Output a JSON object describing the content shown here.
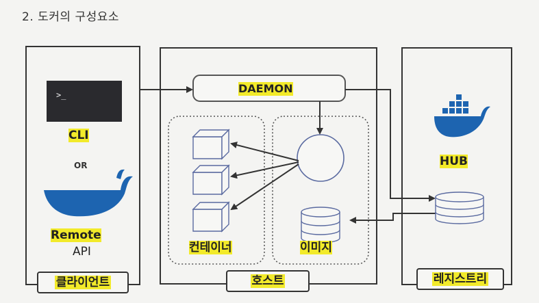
{
  "heading": "2. 도커의 구성요소",
  "client": {
    "terminal_prompt": ">_",
    "cli_label": "CLI",
    "or_label": "OR",
    "remote_label": "Remote",
    "api_label": "API",
    "section_label": "클라이언트"
  },
  "host": {
    "daemon_label": "DAEMON",
    "containers_label": "컨테이너",
    "images_label": "이미지",
    "section_label": "호스트"
  },
  "registry": {
    "hub_label": "HUB",
    "section_label": "레지스트리"
  },
  "colors": {
    "highlight": "#f2ea2a",
    "docker_blue": "#1d64b0",
    "line": "#333333",
    "shape_stroke": "#5a6aa0"
  },
  "icons": [
    "terminal-icon",
    "whale-icon",
    "docker-logo-icon",
    "container-cube-icon",
    "database-icon"
  ]
}
